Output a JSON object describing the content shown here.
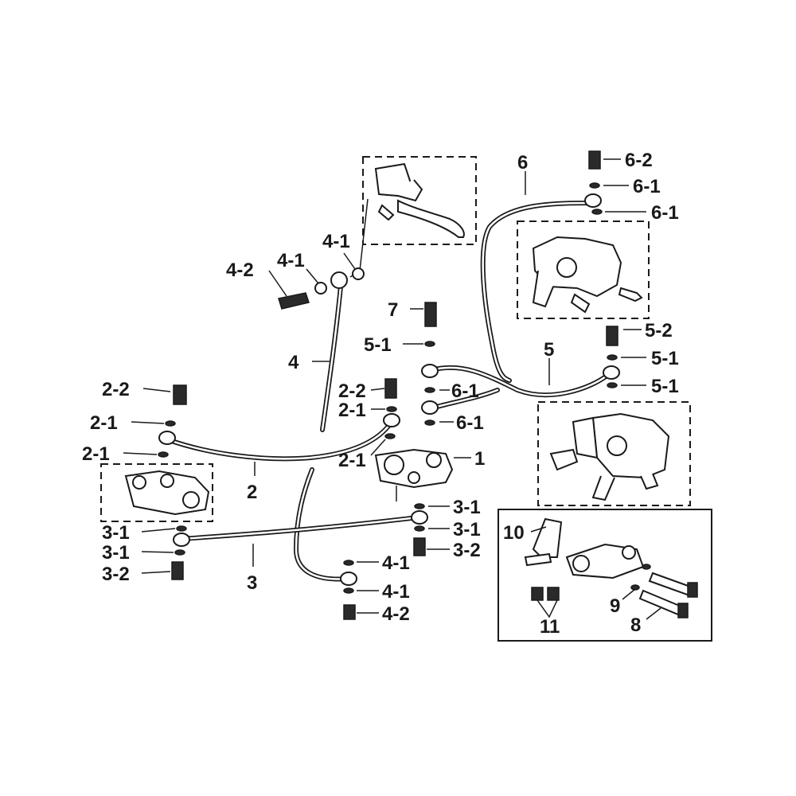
{
  "labels": {
    "l_6_2": "6-2",
    "l_6_1a": "6-1",
    "l_6_1b": "6-1",
    "l_6": "6",
    "l_4_2a": "4-2",
    "l_4_1a": "4-1",
    "l_4_1b": "4-1",
    "l_7": "7",
    "l_5_1a": "5-1",
    "l_5_2": "5-2",
    "l_5_1b": "5-1",
    "l_5_1c": "5-1",
    "l_5": "5",
    "l_4": "4",
    "l_2_2a": "2-2",
    "l_2_2b": "2-2",
    "l_6_1c": "6-1",
    "l_2_1a": "2-1",
    "l_2_1b": "2-1",
    "l_6_1d": "6-1",
    "l_2_1c": "2-1",
    "l_2_1d": "2-1",
    "l_1": "1",
    "l_2": "2",
    "l_3_1a": "3-1",
    "l_3_1b": "3-1",
    "l_3_1c": "3-1",
    "l_3_1d": "3-1",
    "l_3_2a": "3-2",
    "l_3_2b": "3-2",
    "l_3": "3",
    "l_4_1c": "4-1",
    "l_4_1d": "4-1",
    "l_4_2b": "4-2",
    "l_10": "10",
    "l_9": "9",
    "l_8": "8",
    "l_11": "11"
  }
}
